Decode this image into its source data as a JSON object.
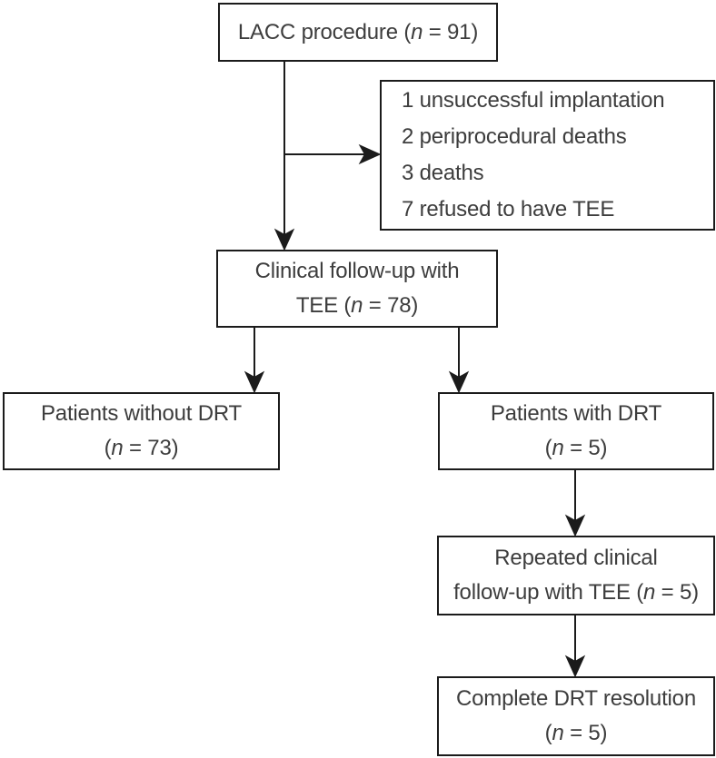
{
  "colors": {
    "line": "#1b1b1b",
    "border": "#1b1b1b",
    "text": "#3d3d3d",
    "background": "#ffffff"
  },
  "nodes": {
    "lacc": {
      "pre": "LACC procedure (",
      "n": "n",
      "post": " = 91)"
    },
    "exclusions": {
      "lines": [
        "1 unsuccessful implantation",
        "2 periprocedural deaths",
        "3 deaths",
        "7 refused to have TEE"
      ]
    },
    "followup": {
      "line1": "Clinical follow-up with",
      "line2_pre": "TEE (",
      "n": "n",
      "line2_post": " = 78)"
    },
    "without_drt": {
      "line1": "Patients without DRT",
      "line2_pre": "(",
      "n": "n",
      "line2_post": " = 73)"
    },
    "with_drt": {
      "line1": "Patients with DRT",
      "line2_pre": "(",
      "n": "n",
      "line2_post": " = 5)"
    },
    "repeated_followup": {
      "line1": "Repeated clinical",
      "line2_pre": "follow-up with TEE (",
      "n": "n",
      "line2_post": " = 5)"
    },
    "resolution": {
      "line1": "Complete DRT resolution",
      "line2_pre": "(",
      "n": "n",
      "line2_post": " = 5)"
    }
  }
}
